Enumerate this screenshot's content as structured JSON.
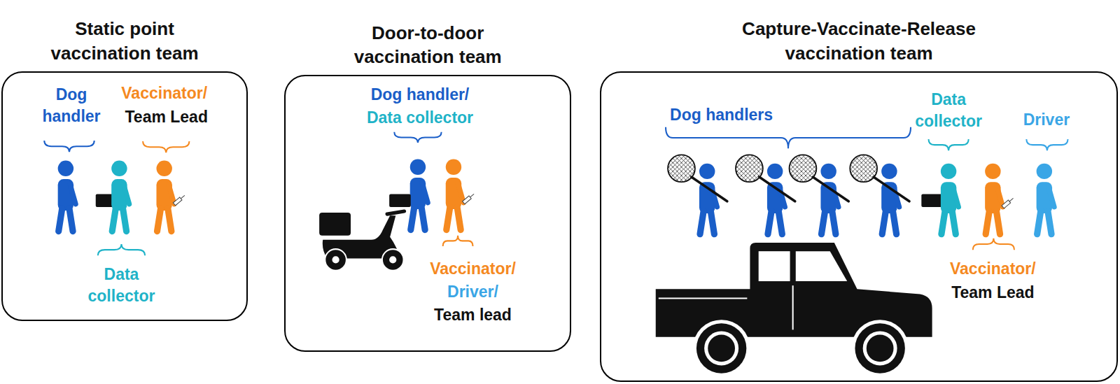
{
  "diagram": {
    "nodes": [
      {
        "text": [
          "Static point vaccination team"
        ]
      },
      {
        "text": [
          "Door-to-door vaccination team"
        ]
      },
      {
        "text": [
          "Capture-Vaccinate-Release vaccination team"
        ]
      }
    ],
    "labels": [
      "Dog handler",
      "Vaccinator/",
      "Team Lead",
      "Data collector",
      "Dog handler/",
      "Data collector",
      "Vaccinator/",
      "Driver/",
      "Team lead",
      "Dog handlers",
      "Data collector",
      "Driver",
      "Vaccinator/",
      "Team Lead"
    ]
  }
}
